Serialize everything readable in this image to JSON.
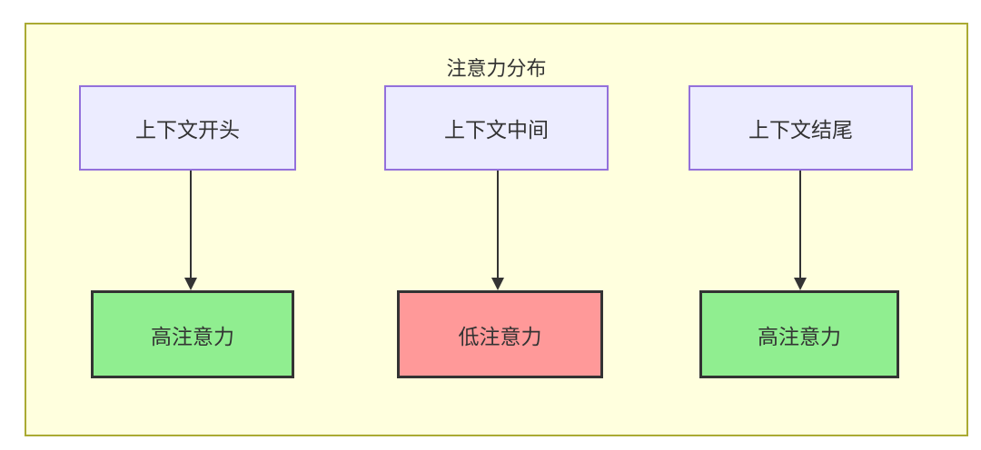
{
  "diagram": {
    "title": "注意力分布",
    "type": "flowchart",
    "columns": [
      {
        "source": "上下文开头",
        "result": "高注意力",
        "attention_level": "high"
      },
      {
        "source": "上下文中间",
        "result": "低注意力",
        "attention_level": "low"
      },
      {
        "source": "上下文结尾",
        "result": "高注意力",
        "attention_level": "high"
      }
    ],
    "colors": {
      "container_bg": "#ffffde",
      "container_border": "#aaaa33",
      "source_fill": "#ececff",
      "source_border": "#9370db",
      "high_fill": "#90ee90",
      "low_fill": "#ff9999",
      "result_border": "#333333",
      "arrow": "#333333",
      "text": "#333333"
    }
  }
}
